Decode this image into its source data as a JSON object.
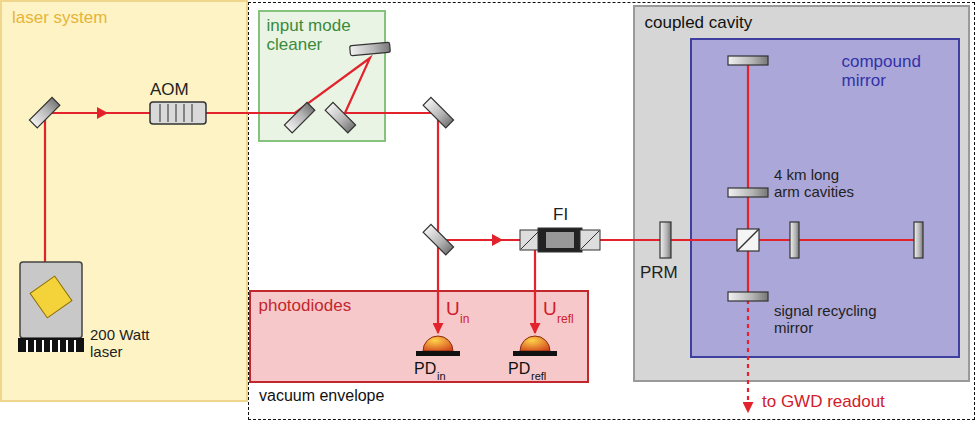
{
  "diagram": {
    "nodes": [
      {
        "text": [
          "laser system"
        ]
      },
      {
        "text": [
          "vacuum envelope"
        ]
      },
      {
        "text": [
          "input mode cleaner"
        ],
        "in": 1
      },
      {
        "text": [
          "coupled cavity"
        ],
        "in": 1
      },
      {
        "text": [
          "compound mirror"
        ],
        "in": 3
      },
      {
        "text": [
          "photodiodes"
        ],
        "in": 1
      }
    ],
    "labels": [
      "AOM",
      "200 Watt laser",
      "FI",
      "PRM",
      "4 km long arm cavities",
      "signal recycling mirror",
      "U",
      "in",
      "U",
      "refl",
      "PD",
      "in",
      "PD",
      "refl",
      "to GWD readout"
    ]
  }
}
